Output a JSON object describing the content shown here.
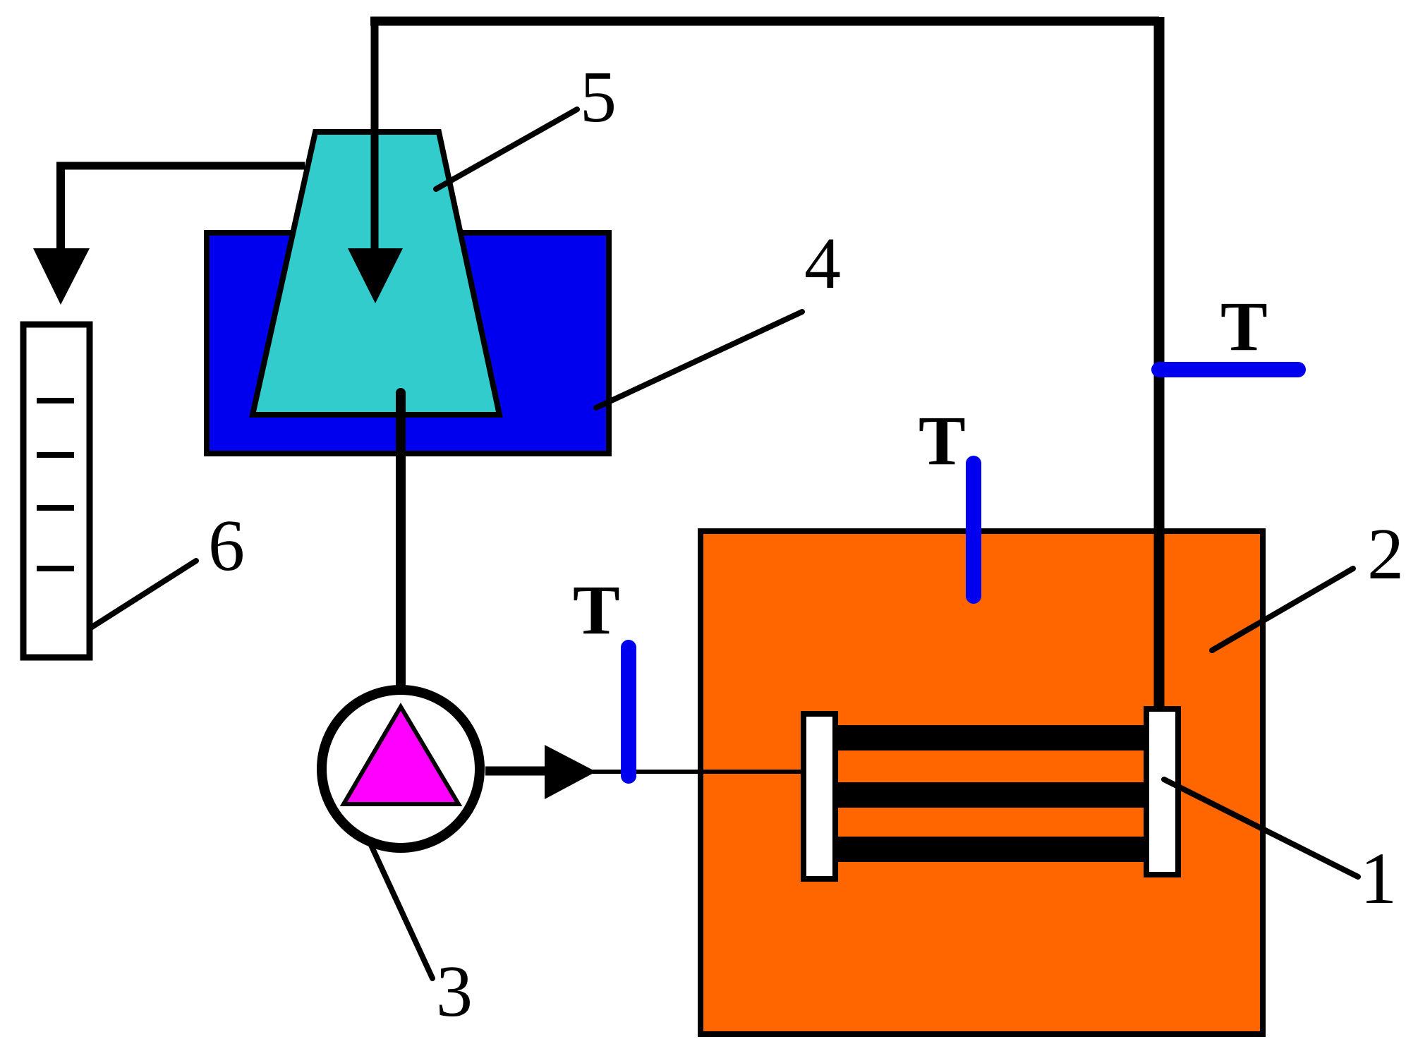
{
  "labels": {
    "n1": "1",
    "n2": "2",
    "n3": "3",
    "n4": "4",
    "n5": "5",
    "n6": "6"
  },
  "sensor_labels": {
    "inlet": "T",
    "bath": "T",
    "return": "T"
  },
  "colors": {
    "bath": "#ff6600",
    "cooling_bath": "#0000ee",
    "reservoir": "#33cccc",
    "pump_triangle": "#ff00ff",
    "thermocouple": "#0000ee",
    "line": "#000000"
  }
}
